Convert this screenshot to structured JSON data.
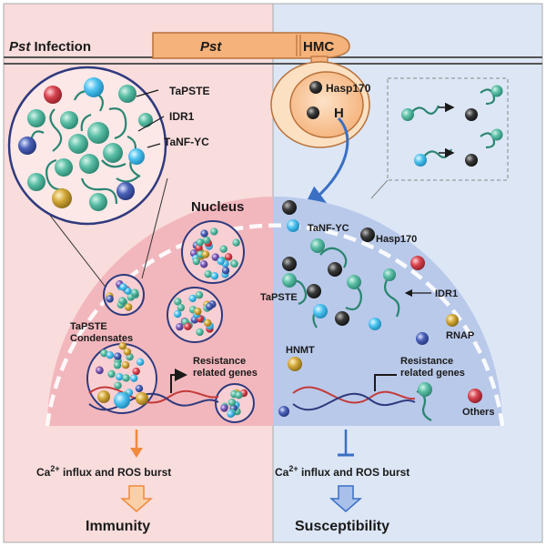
{
  "header": {
    "infection_label": "Pst Infection",
    "pst_label": "Pst",
    "hmc_label": "HMC",
    "effector_label": "Hasp170",
    "haustorium_label": "H"
  },
  "left_panel": {
    "zoom_labels": [
      "TaPSTE",
      "IDR1",
      "TaNF-YC"
    ],
    "nucleus_label": "Nucleus",
    "condensates_label_line1": "TaPSTE",
    "condensates_label_line2": "Condensates",
    "genes_label_line1": "Resistance",
    "genes_label_line2": "related genes",
    "outcome_text_prefix": "Ca",
    "outcome_text_sup": "2+",
    "outcome_text_suffix": " influx and ROS burst",
    "result": "Immunity"
  },
  "right_panel": {
    "labels": {
      "tanfyc": "TaNF-YC",
      "hasp170": "Hasp170",
      "tapste": "TaPSTE",
      "idr1": "IDR1",
      "rnap": "RNAP",
      "hnmt": "HNMT",
      "others": "Others"
    },
    "genes_label_line1": "Resistance",
    "genes_label_line2": "related genes",
    "outcome_text_prefix": "Ca",
    "outcome_text_sup": "2+",
    "outcome_text_suffix": " influx and ROS burst",
    "result": "Susceptibility"
  },
  "colors": {
    "left_bg": "#f9dcdc",
    "right_bg": "#dce6f5",
    "nucleus_left": "#f2b7bd",
    "nucleus_right": "#b9c9ea",
    "pst_fill": "#f5b27a",
    "tapste": "#5bbfa6",
    "tanfyc": "#4fc3f0",
    "hasp170": "#333333",
    "rnap": "#d4a93a",
    "others": "#d9444f",
    "hnmt_blue": "#4b62b8",
    "arrow_orange": "#f08a3c",
    "arrow_blue": "#3a6fc4"
  }
}
